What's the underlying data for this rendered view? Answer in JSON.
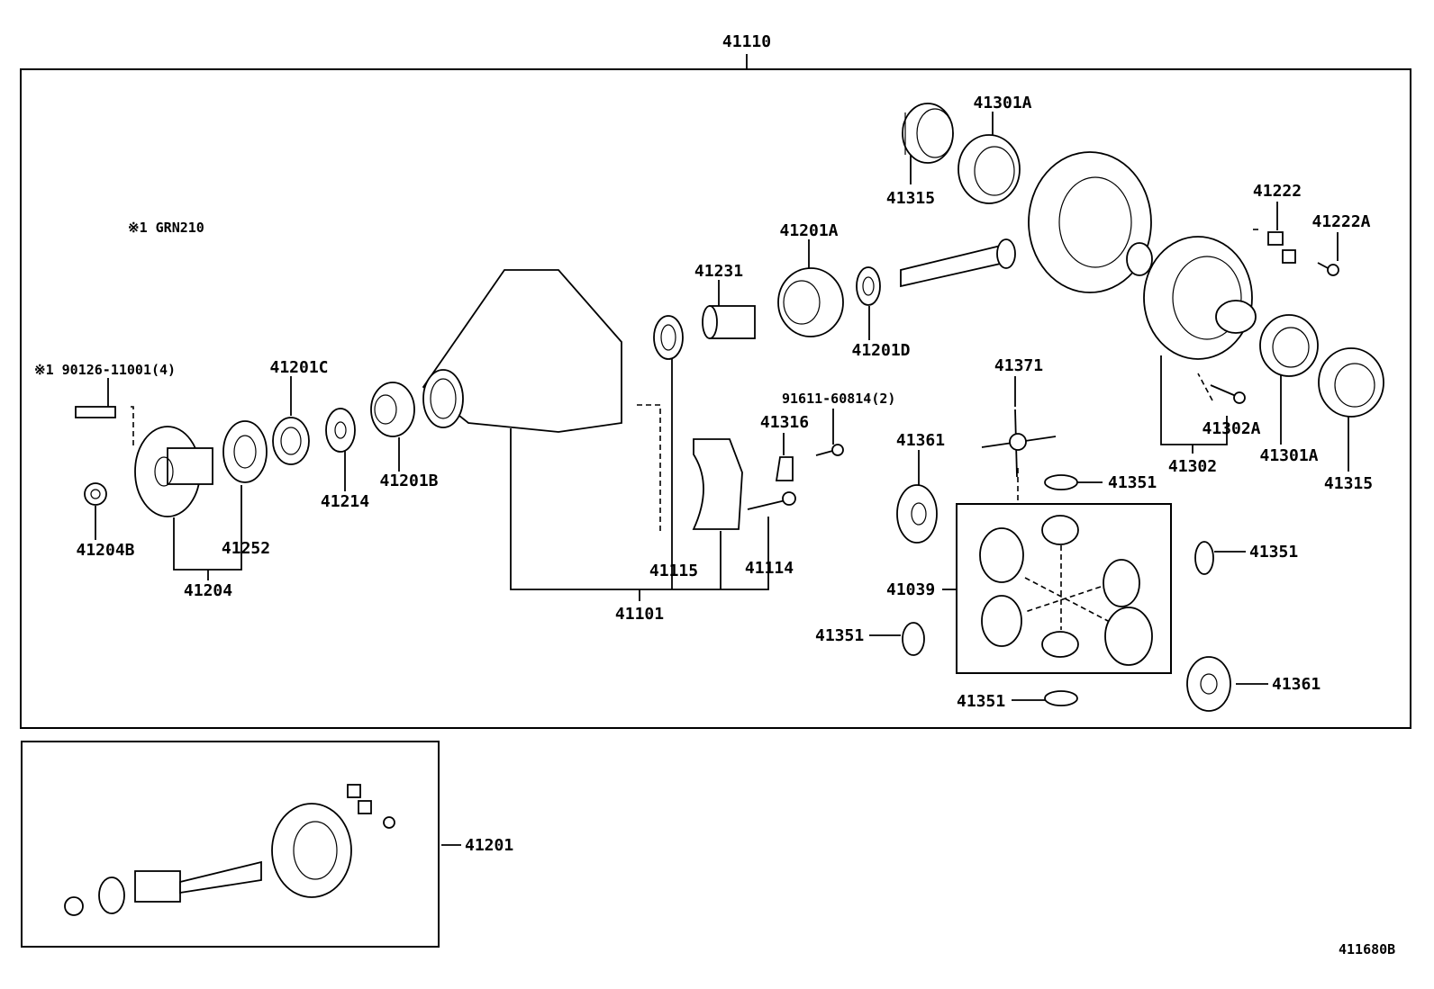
{
  "diagram": {
    "top_label": "41110",
    "note": "※1 GRN210",
    "figure_code": "411680B",
    "labels": {
      "p41301A_top": "41301A",
      "p41315_top": "41315",
      "p41222": "41222",
      "p41222A": "41222A",
      "p41201A": "41201A",
      "p41231": "41231",
      "p41201D": "41201D",
      "p41201C": "41201C",
      "p90126": "※1 90126-11001(4)",
      "p41214": "41214",
      "p41201B": "41201B",
      "p41204B": "41204B",
      "p41252": "41252",
      "p41204": "41204",
      "p41115": "41115",
      "p41101": "41101",
      "p91611": "91611-60814(2)",
      "p41316": "41316",
      "p41114": "41114",
      "p41371": "41371",
      "p41361_a": "41361",
      "p41302A": "41302A",
      "p41302": "41302",
      "p41301A_right": "41301A",
      "p41315_right": "41315",
      "p41351_a": "41351",
      "p41351_b": "41351",
      "p41039": "41039",
      "p41351_c": "41351",
      "p41351_d": "41351",
      "p41361_b": "41361",
      "p41201": "41201"
    }
  }
}
